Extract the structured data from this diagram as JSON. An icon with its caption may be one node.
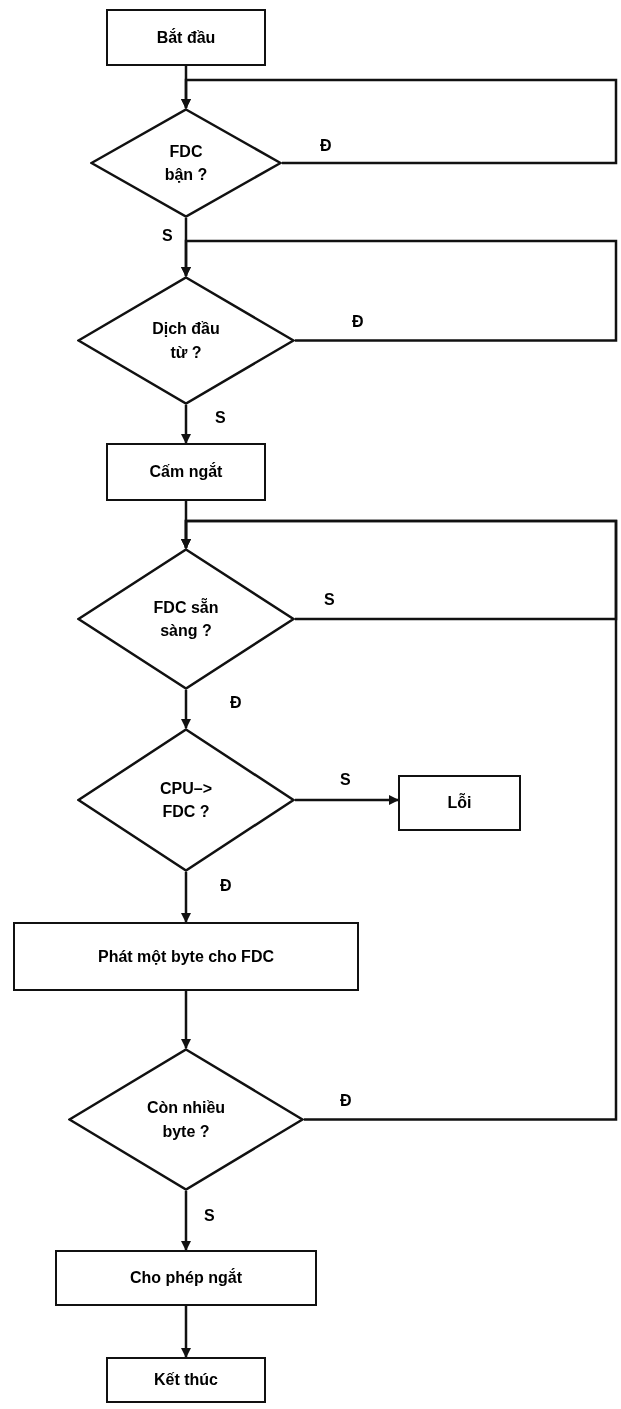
{
  "diagram": {
    "nodes": [
      {
        "text": [
          "Bắt đầu"
        ]
      },
      {
        "text": [
          "FDC bận ?"
        ]
      },
      {
        "text": [
          "Dịch đầu từ ?"
        ]
      },
      {
        "text": [
          "Cấm ngắt"
        ]
      },
      {
        "text": [
          "FDC sẵn sàng ?"
        ]
      },
      {
        "text": [
          "CPU–> FDC ?"
        ]
      },
      {
        "text": [
          "Lỗi"
        ]
      },
      {
        "text": [
          "Phát một byte cho FDC"
        ]
      },
      {
        "text": [
          "Còn nhiều byte ?"
        ]
      },
      {
        "text": [
          "Cho phép ngắt"
        ]
      },
      {
        "text": [
          "Kết thúc"
        ]
      }
    ],
    "edges": [
      {
        "from": 0,
        "to": 1,
        "arrow": "to"
      },
      {
        "from": 1,
        "to": 1,
        "arrow": "to",
        "label": "Đ"
      },
      {
        "from": 1,
        "to": 2,
        "arrow": "to",
        "label": "S"
      },
      {
        "from": 2,
        "to": 2,
        "arrow": "to",
        "label": "Đ"
      },
      {
        "from": 2,
        "to": 3,
        "arrow": "to",
        "label": "S"
      },
      {
        "from": 3,
        "to": 4,
        "arrow": "to"
      },
      {
        "from": 4,
        "to": 4,
        "arrow": "to",
        "label": "S"
      },
      {
        "from": 4,
        "to": 5,
        "arrow": "to",
        "label": "Đ"
      },
      {
        "from": 5,
        "to": 6,
        "arrow": "to",
        "label": "S"
      },
      {
        "from": 5,
        "to": 7,
        "arrow": "to",
        "label": "Đ"
      },
      {
        "from": 7,
        "to": 8,
        "arrow": "to"
      },
      {
        "from": 8,
        "to": 4,
        "arrow": "to",
        "label": "Đ"
      },
      {
        "from": 8,
        "to": 9,
        "arrow": "to",
        "label": "S"
      },
      {
        "from": 9,
        "to": 10,
        "arrow": "to"
      }
    ]
  }
}
